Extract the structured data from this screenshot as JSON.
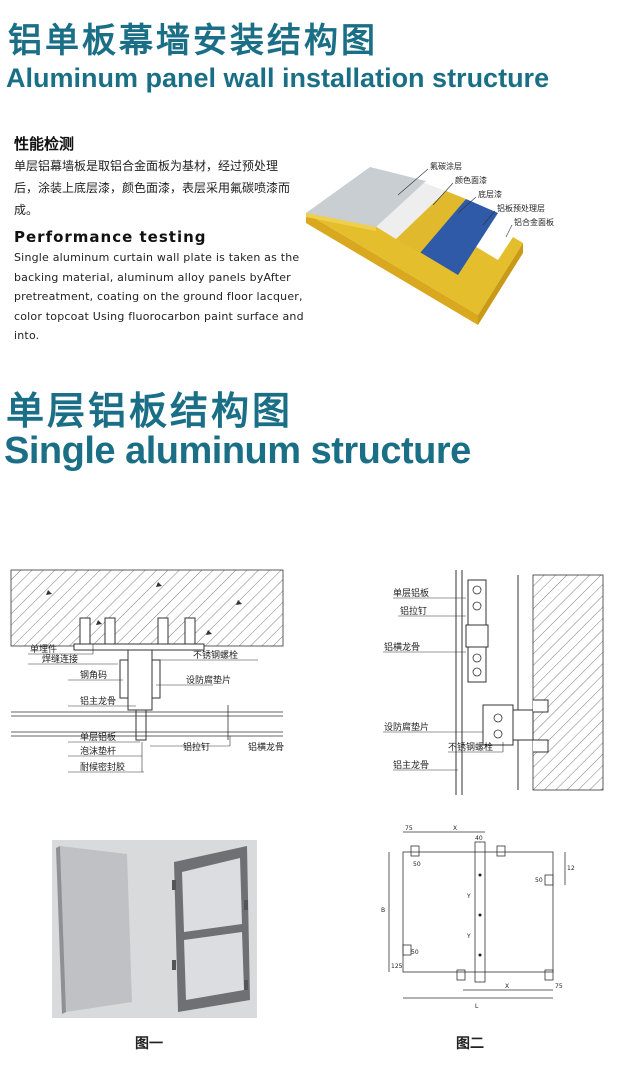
{
  "header": {
    "title_cn": "铝单板幕墙安装结构图",
    "title_en": "Aluminum panel wall installation structure"
  },
  "performance": {
    "heading_cn": "性能检测",
    "text_cn": "单层铝幕墙板是取铝合金面板为基材，经过预处理后，涂装上底层漆，颜色面漆，表层采用氟碳喷漆而成。",
    "heading_en": "Performance testing",
    "text_en": "Single aluminum curtain wall plate is taken as the backing material, aluminum alloy panels byAfter pretreatment, coating on the ground floor lacquer, color topcoat Using fluorocarbon paint surface and into."
  },
  "layers_diagram": {
    "labels": [
      "氟碳涂层",
      "颜色面漆",
      "底层漆",
      "铝板预处理层",
      "铝合金面板"
    ],
    "colors": {
      "fluoro": "#c9ced3",
      "color": "#eeeeee",
      "primer": "#e1b92c",
      "pretreat": "#2f5aa8",
      "base": "#e4be2d",
      "side": "#d9a81e"
    }
  },
  "section2": {
    "title_cn": "单层铝板结构图",
    "title_en": "Single aluminum structure"
  },
  "left_detail": {
    "labels": [
      "单埋件",
      "焊缝连接",
      "钢角码",
      "铝主龙骨",
      "单层铝板",
      "泡沫垫杆",
      "耐候密封胶",
      "不锈钢螺栓",
      "设防腐垫片",
      "铝拉钉",
      "铝横龙骨"
    ]
  },
  "right_detail": {
    "labels": [
      "单层铝板",
      "铝拉钉",
      "铝横龙骨",
      "设防腐垫片",
      "不锈钢螺栓",
      "铝主龙骨"
    ]
  },
  "fig2": {
    "dims": [
      "75",
      "X",
      "40",
      "50",
      "50",
      "125",
      "B",
      "Y",
      "Y",
      "50",
      "125",
      "X",
      "75",
      "L"
    ]
  },
  "captions": {
    "fig1": "图一",
    "fig2": "图二"
  }
}
